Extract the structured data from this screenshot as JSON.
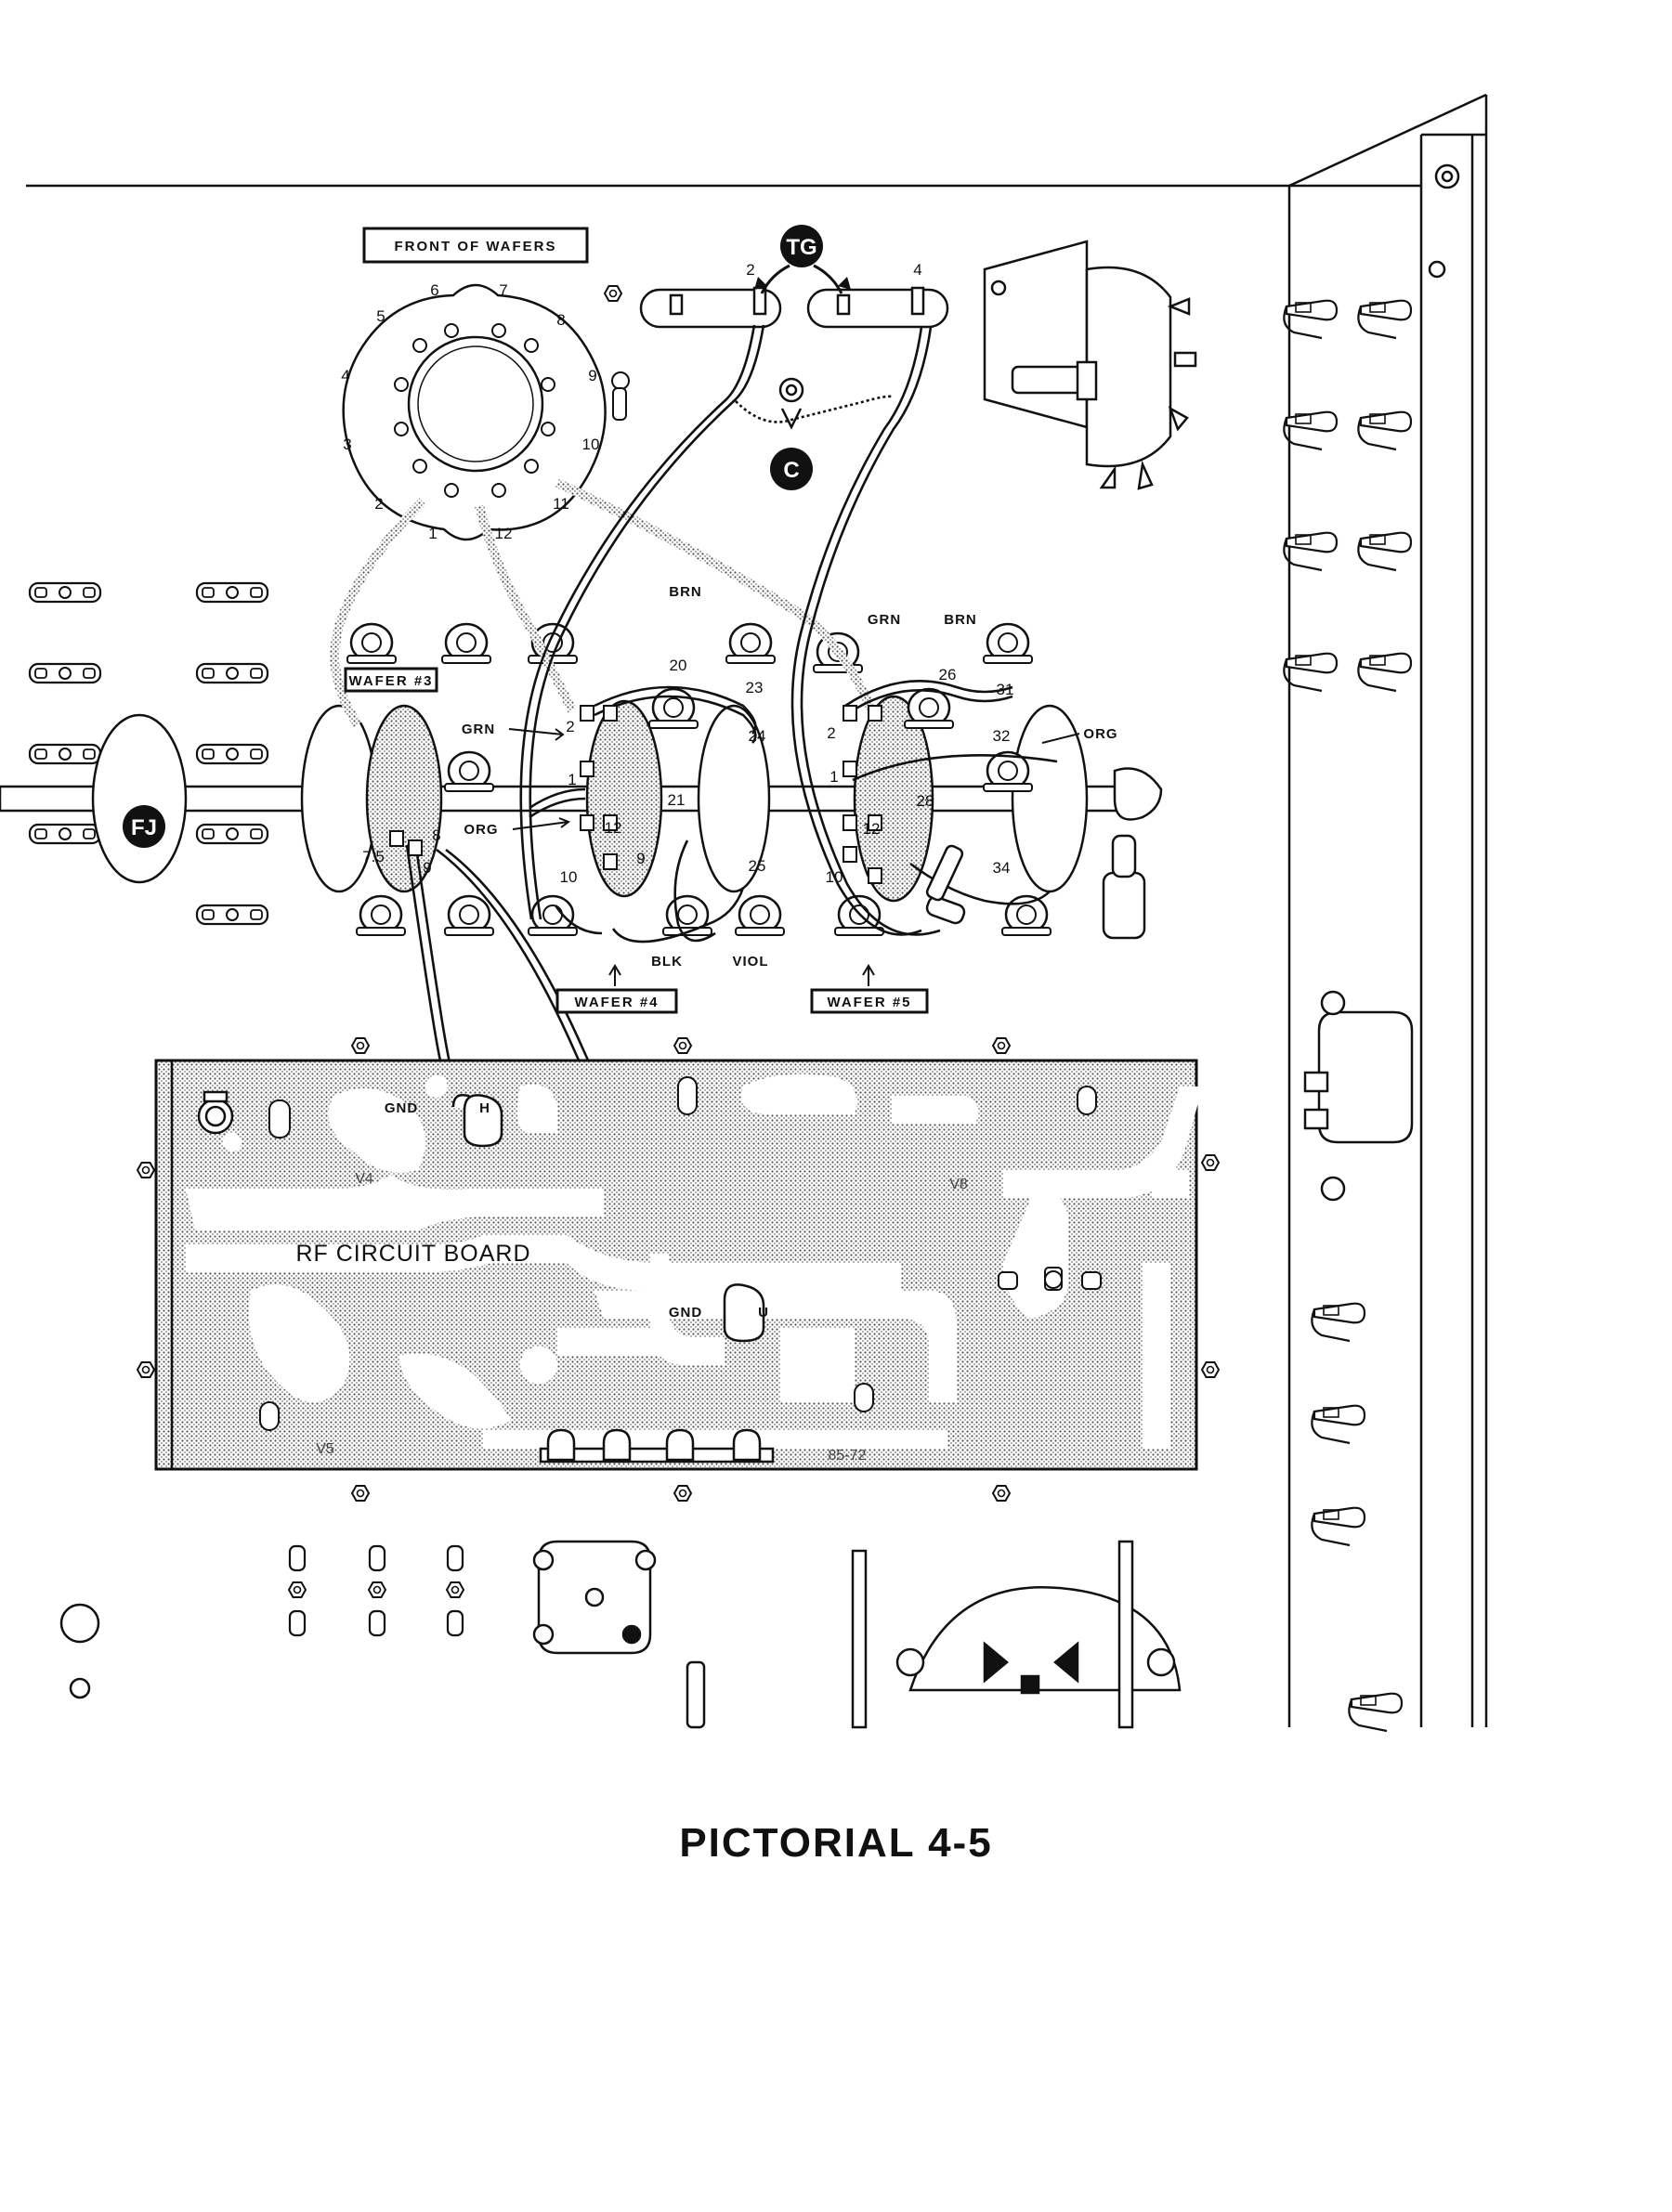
{
  "caption": "PICTORIAL 4-5",
  "labels": {
    "front_of_wafers": "FRONT OF WAFERS",
    "wafer3": "WAFER #3",
    "wafer4": "WAFER #4",
    "wafer5": "WAFER #5",
    "rf_circuit_board": "RF CIRCUIT BOARD",
    "gnd_top": "GND",
    "h": "H",
    "gnd_bottom": "GND",
    "u": "U",
    "tg": "TG",
    "c": "C",
    "fj": "FJ",
    "board_v4": "V4",
    "board_v5": "V5",
    "board_v8": "V8",
    "board_code": "85-72"
  },
  "wires": {
    "brn_top": "BRN",
    "grn_left": "GRN",
    "org_left": "ORG",
    "blk": "BLK",
    "viol": "VIOL",
    "grn_right": "GRN",
    "brn_right": "BRN",
    "org_right": "ORG"
  },
  "socket_pins": [
    "1",
    "2",
    "3",
    "4",
    "5",
    "6",
    "7",
    "8",
    "9",
    "10",
    "11",
    "12"
  ],
  "lug_numbers": {
    "tg_2": "2",
    "tg_4": "4",
    "w3_75": "7.5",
    "w3_8": "8",
    "w3_9": "9",
    "w4_1": "1",
    "w4_2": "2",
    "w4_9": "9",
    "w4_10": "10",
    "w4_12": "12",
    "t20": "20",
    "t21": "21",
    "t23": "23",
    "t24": "24",
    "t25": "25",
    "w5_1": "1",
    "w5_2": "2",
    "w5_10": "10",
    "w5_12": "12",
    "t26": "26",
    "t28": "28",
    "t31": "31",
    "t32": "32",
    "t34": "34"
  }
}
